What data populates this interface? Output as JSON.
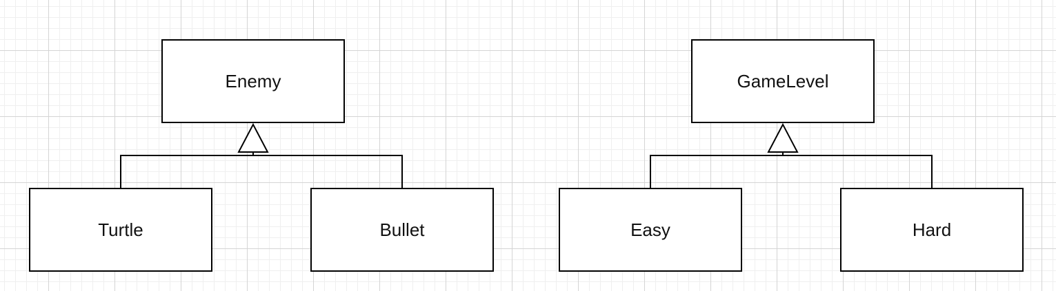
{
  "diagram": {
    "type": "class-inheritance",
    "hierarchies": [
      {
        "parent": "Enemy",
        "children": [
          "Turtle",
          "Bullet"
        ]
      },
      {
        "parent": "GameLevel",
        "children": [
          "Easy",
          "Hard"
        ]
      }
    ],
    "colors": {
      "stroke": "#000000",
      "box_fill": "#ffffff",
      "grid_major": "#d4d4d4",
      "grid_minor": "#efefef"
    }
  }
}
